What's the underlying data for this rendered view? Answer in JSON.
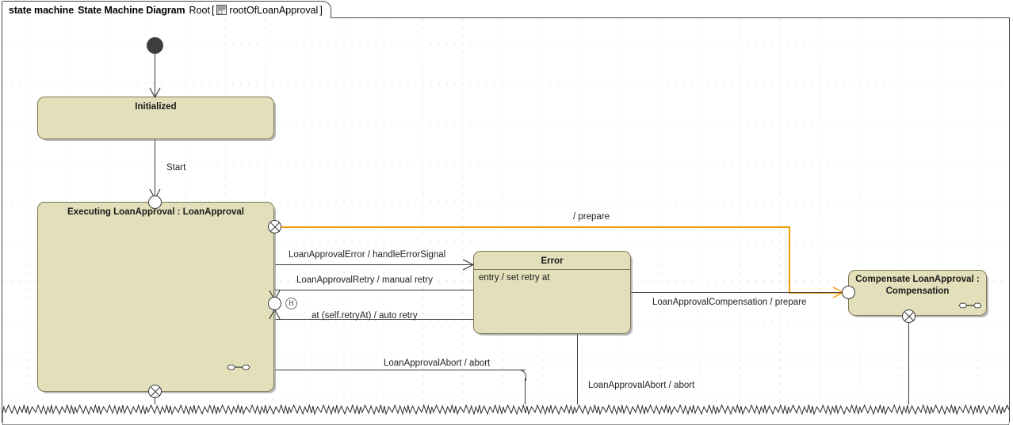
{
  "header": {
    "keyword": "state machine",
    "diagram_type": "State Machine Diagram",
    "context": "Root",
    "bracket_open": "[",
    "icon": "state-machine-icon",
    "root_name": "rootOfLoanApproval",
    "bracket_close": "]"
  },
  "theme": {
    "state_fill": "#e2dfba",
    "state_border": "#7c7a55",
    "edge_color": "#3a3a3a",
    "highlight_edge_color": "#f2a007",
    "initial_node_color": "#3d3d3d",
    "canvas_background": "#ffffff",
    "grid_dot_color": "#b9b9b9"
  },
  "nodes": {
    "initial": {
      "name": "initial-pseudostate"
    },
    "initialized": {
      "title": "Initialized",
      "entry_point_name": "entry-point",
      "exit_point_name": "exit-point"
    },
    "executing": {
      "title": "Executing LoanApproval : LoanApproval",
      "history_label": "H",
      "connector_icon": "connector-icon"
    },
    "error": {
      "title": "Error",
      "body": "entry / set retry at"
    },
    "compensate": {
      "title_line1": "Compensate LoanApproval :",
      "title_line2": "Compensation",
      "connector_icon": "connector-icon"
    }
  },
  "transitions": {
    "start": "Start",
    "prepare": "/ prepare",
    "error_signal": "LoanApprovalError / handleErrorSignal",
    "manual_retry": "LoanApprovalRetry / manual retry",
    "auto_retry": "at (self.retryAt) / auto retry",
    "compensation_prepare": "LoanApprovalCompensation / prepare",
    "abort_left": "LoanApprovalAbort / abort",
    "abort_right": "LoanApprovalAbort / abort"
  }
}
